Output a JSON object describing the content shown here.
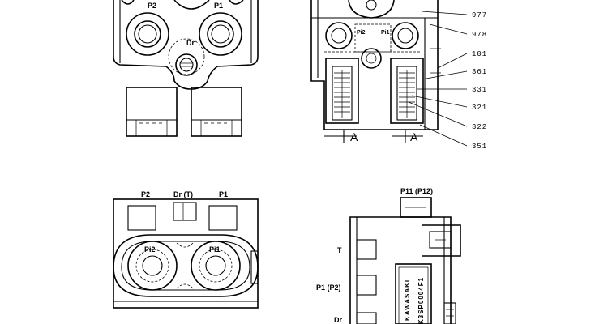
{
  "top_left_view": {
    "port_p2": "P2",
    "port_p1": "P1",
    "port_dr": "Dr"
  },
  "top_right_view": {
    "inner_pi2": "Pi2",
    "inner_pi1": "Pi1",
    "section_marks": [
      "A",
      "A"
    ],
    "part_numbers": [
      "977",
      "978",
      "101",
      "361",
      "331",
      "321",
      "322",
      "351"
    ]
  },
  "bottom_left_view": {
    "port_p2": "P2",
    "port_dr": "Dr (T)",
    "port_p1": "P1",
    "pilot_pi2": "Pi2",
    "pilot_pi1": "Pi1"
  },
  "bottom_right_view": {
    "port_top": "P11 (P12)",
    "port_t": "T",
    "port_p1p2": "P1 (P2)",
    "port_dr": "Dr",
    "nameplate_brand": "KAWASAKI",
    "nameplate_code": "K3SP0004F1"
  }
}
